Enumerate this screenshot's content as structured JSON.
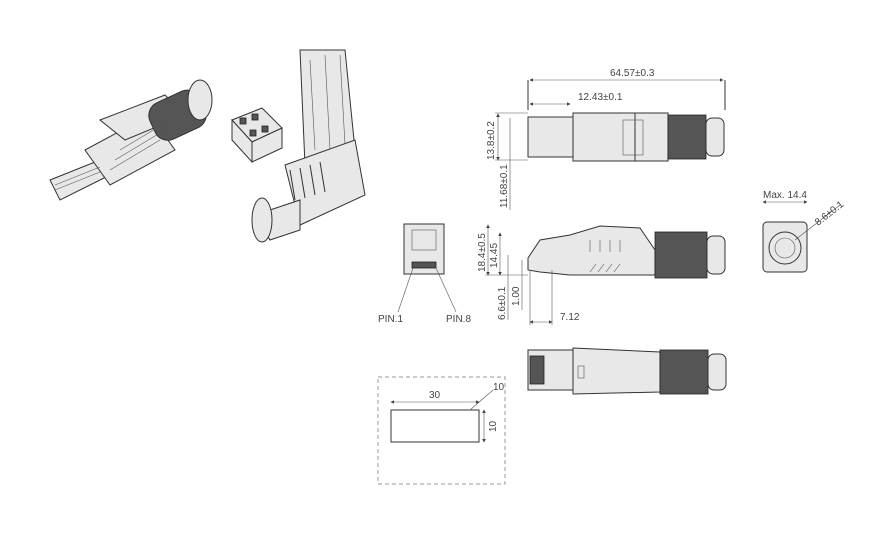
{
  "drawing": {
    "top_view": {
      "overall_length": "64.57±0.3",
      "latch_length": "12.43±0.1",
      "width": "13.8±0.2",
      "plug_width": "11.68±0.1"
    },
    "end_view": {
      "max_width": "Max. 14.4",
      "cable_diameter": "8.6±0.1"
    },
    "front_view": {
      "pin_first": "PIN.1",
      "pin_last": "PIN.8"
    },
    "side_view": {
      "total_height": "18.4±0.5",
      "height": "14.45",
      "plug_height": "6.6±0.1",
      "offset": "1.00",
      "tip_length": "7.12"
    },
    "label_area": {
      "width": "30",
      "corner": "10",
      "height": "10"
    }
  }
}
